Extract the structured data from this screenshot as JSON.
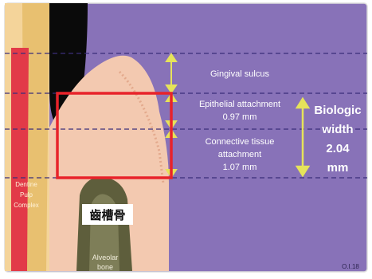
{
  "labels": {
    "gingival_sulcus": "Gingival sulcus",
    "epithelial_attachment": "Epithelial attachment",
    "epithelial_value": "0.97 mm",
    "connective_tissue": "Connective tissue",
    "attachment": "attachment",
    "connective_value": "1.07 mm",
    "biologic": "Biologic",
    "width": "width",
    "width_value": "2.04",
    "width_unit": "mm",
    "dentine": "Dentine",
    "pulp": "Pulp",
    "complex": "Complex",
    "alveolar": "Alveolar",
    "bone": "bone",
    "credit": "O.I.18",
    "caption": "齒槽骨"
  },
  "colors": {
    "background": "#8872B8",
    "gingiva": "#F3C9B0",
    "enamel": "#F4D49A",
    "dentine": "#E8C070",
    "pulp": "#E23A48",
    "crown": "#0A0A0A",
    "bone": "#5E5E3C",
    "dash": "#3A2E7A",
    "arrow": "#E6E35A",
    "highlight": "#E8232A"
  }
}
